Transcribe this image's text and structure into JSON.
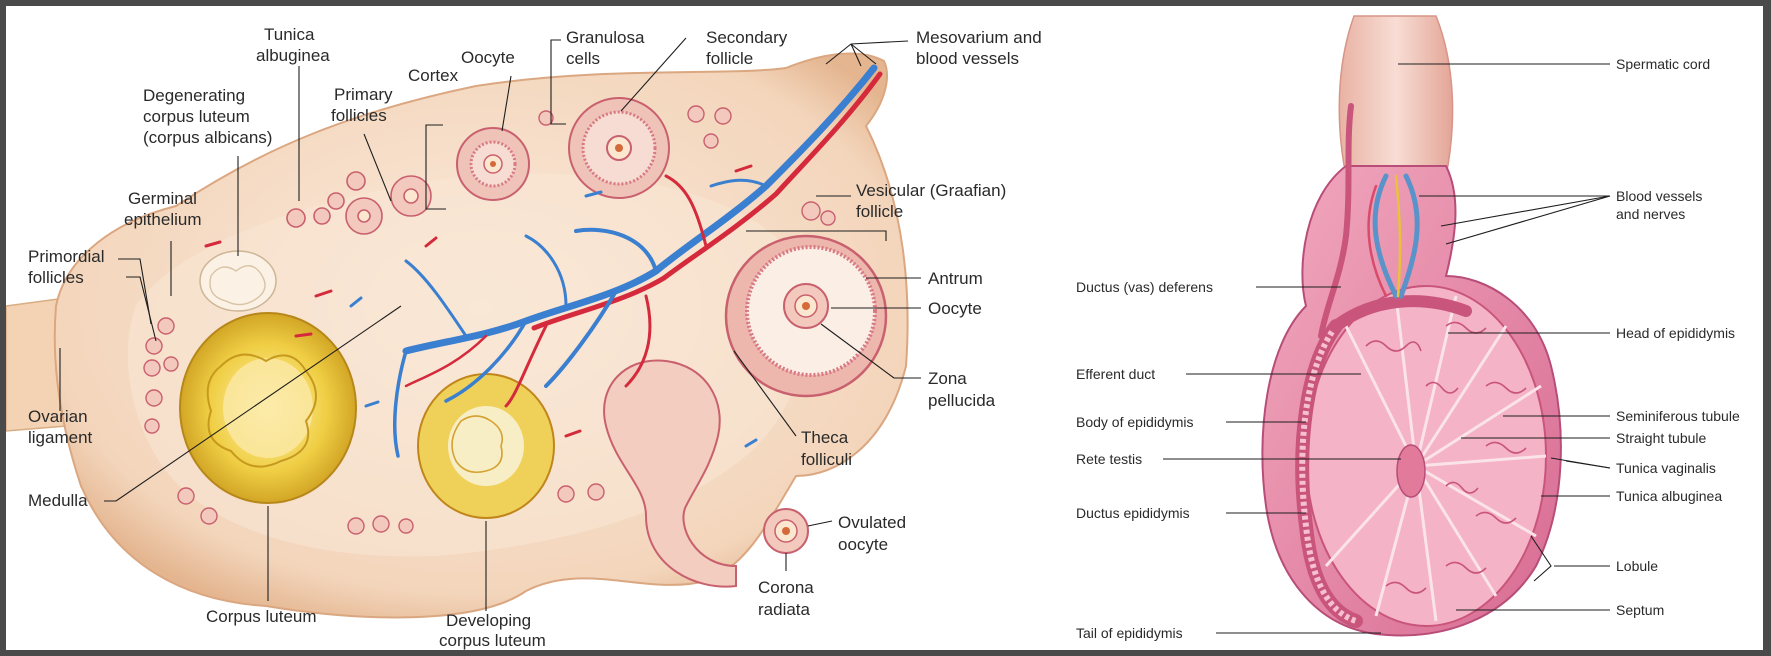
{
  "ovary": {
    "labels": {
      "tunica_albuginea": [
        "Tunica",
        "albuginea"
      ],
      "degenerating_corpus_luteum": [
        "Degenerating",
        "corpus luteum",
        "(corpus albicans)"
      ],
      "germinal_epithelium": [
        "Germinal",
        "epithelium"
      ],
      "primordial_follicles": [
        "Primordial",
        "follicles"
      ],
      "ovarian_ligament": [
        "Ovarian",
        "ligament"
      ],
      "medulla": "Medulla",
      "corpus_luteum": "Corpus luteum",
      "developing_corpus_luteum": [
        "Developing",
        "corpus luteum"
      ],
      "primary_follicles": [
        "Primary",
        "follicles"
      ],
      "cortex": "Cortex",
      "oocyte_top": "Oocyte",
      "granulosa_cells": [
        "Granulosa",
        "cells"
      ],
      "secondary_follicle": [
        "Secondary",
        "follicle"
      ],
      "mesovarium": [
        "Mesovarium and",
        "blood vessels"
      ],
      "vesicular_follicle": [
        "Vesicular (Graafian)",
        "follicle"
      ],
      "antrum": "Antrum",
      "oocyte_right": "Oocyte",
      "zona_pellucida": [
        "Zona",
        "pellucida"
      ],
      "theca_folliculi": [
        "Theca",
        "folliculi"
      ],
      "ovulated_oocyte": [
        "Ovulated",
        "oocyte"
      ],
      "corona_radiata": [
        "Corona",
        "radiata"
      ]
    }
  },
  "testis": {
    "labels": {
      "spermatic_cord": "Spermatic cord",
      "blood_vessels_nerves": [
        "Blood vessels",
        "and nerves"
      ],
      "ductus_deferens": "Ductus (vas) deferens",
      "head_epididymis": "Head of epididymis",
      "efferent_duct": "Efferent duct",
      "seminiferous_tubule": "Seminiferous tubule",
      "body_epididymis": "Body of epididymis",
      "straight_tubule": "Straight tubule",
      "rete_testis": "Rete testis",
      "tunica_vaginalis": "Tunica vaginalis",
      "tunica_albuginea": "Tunica albuginea",
      "ductus_epididymis": "Ductus epididymis",
      "lobule": "Lobule",
      "septum": "Septum",
      "tail_epididymis": "Tail of epididymis"
    }
  },
  "colors": {
    "ovary_tissue": "#f6dcc6",
    "ovary_edge": "#e9bf9a",
    "follicle": "#d9707a",
    "artery": "#d42a3c",
    "vein": "#3a7fd0",
    "corpus_luteum": "#e8c22a",
    "testis_pink": "#e58aa6",
    "testis_dark": "#c9557c",
    "cord": "#f1c7ba"
  }
}
